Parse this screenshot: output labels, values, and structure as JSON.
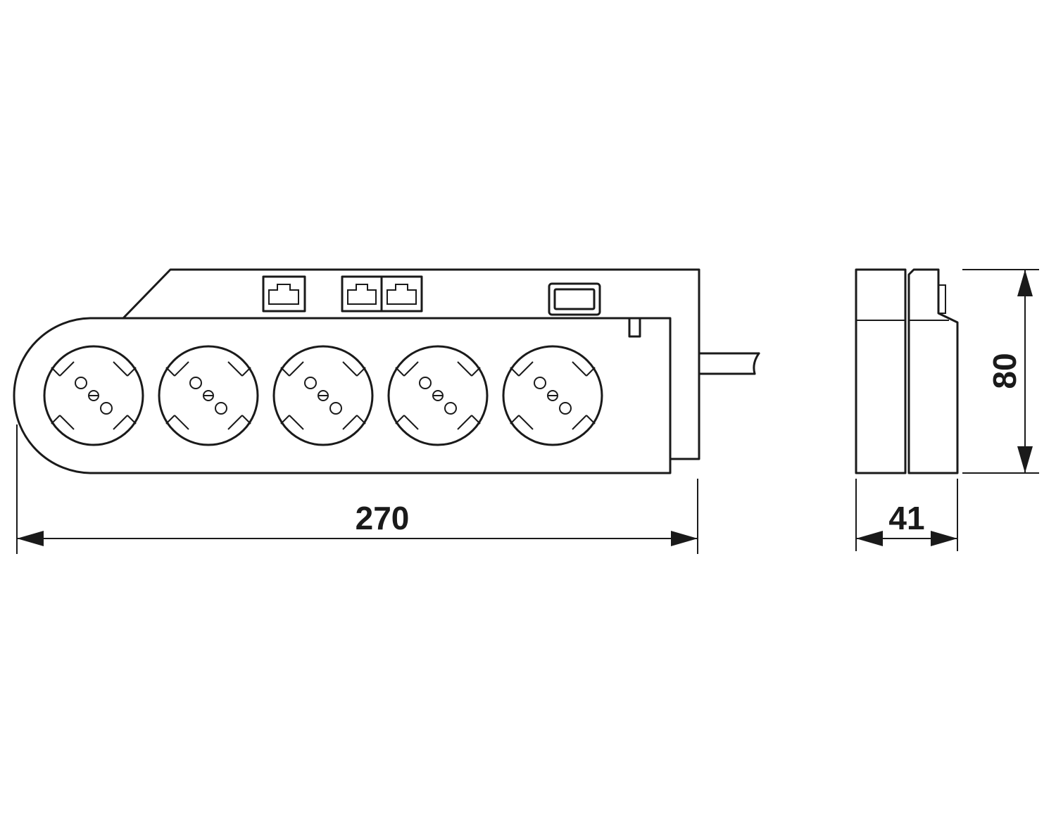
{
  "diagram": {
    "dimensions": {
      "length": "270",
      "depth": "41",
      "height": "80"
    },
    "views": [
      "front-view",
      "side-view"
    ],
    "components": {
      "socket_count": 5,
      "data_port_count": 3,
      "switch_count": 1
    },
    "colors": {
      "line": "#1a1a1a",
      "background": "#ffffff"
    }
  }
}
